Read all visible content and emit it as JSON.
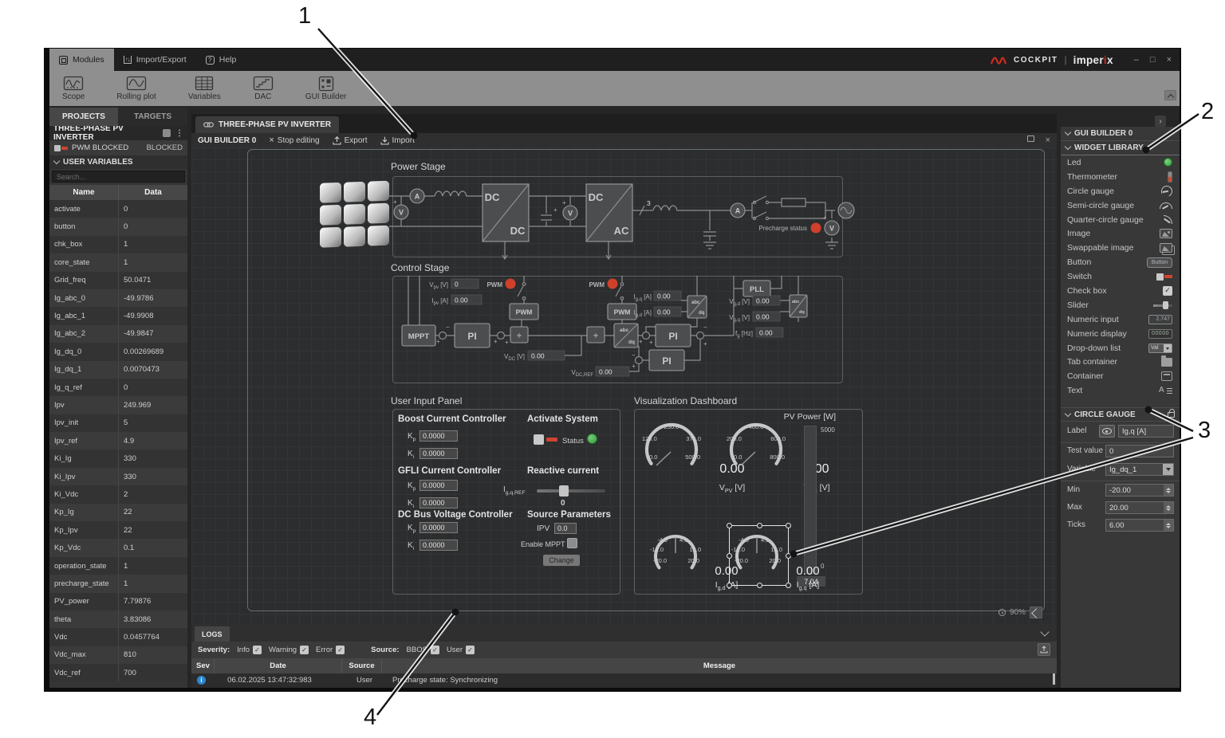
{
  "callouts": {
    "c1": "1",
    "c2": "2",
    "c3": "3",
    "c4": "4"
  },
  "titlebar": {
    "menu": [
      {
        "label": "Modules"
      },
      {
        "label": "Import/Export"
      },
      {
        "label": "Help"
      }
    ],
    "cockpit": "COCKPIT",
    "imperix_pre": "imper",
    "imperix_accent": "i",
    "imperix_post": "x",
    "minimize": "–",
    "maximize": "□",
    "close": "×"
  },
  "ribbon": {
    "modules": [
      {
        "label": "Scope"
      },
      {
        "label": "Rolling plot"
      },
      {
        "label": "Variables"
      },
      {
        "label": "DAC"
      },
      {
        "label": "GUI Builder"
      }
    ]
  },
  "left_panel": {
    "tabs": [
      {
        "label": "PROJECTS"
      },
      {
        "label": "TARGETS"
      }
    ],
    "project_title": "THREE-PHASE PV INVERTER",
    "pwm_label": "PWM BLOCKED",
    "pwm_state": "BLOCKED",
    "section": "USER VARIABLES",
    "search_placeholder": "Search...",
    "col_name": "Name",
    "col_data": "Data",
    "rows": [
      {
        "name": "activate",
        "value": "0"
      },
      {
        "name": "button",
        "value": "0"
      },
      {
        "name": "chk_box",
        "value": "1"
      },
      {
        "name": "core_state",
        "value": "1"
      },
      {
        "name": "Grid_freq",
        "value": "50.0471"
      },
      {
        "name": "Ig_abc_0",
        "value": "-49.9786"
      },
      {
        "name": "Ig_abc_1",
        "value": "-49.9908"
      },
      {
        "name": "Ig_abc_2",
        "value": "-49.9847"
      },
      {
        "name": "Ig_dq_0",
        "value": "0.00269689"
      },
      {
        "name": "Ig_dq_1",
        "value": "0.0070473"
      },
      {
        "name": "Ig_q_ref",
        "value": "0"
      },
      {
        "name": "Ipv",
        "value": "249.969"
      },
      {
        "name": "Ipv_init",
        "value": "5"
      },
      {
        "name": "Ipv_ref",
        "value": "4.9"
      },
      {
        "name": "Ki_Ig",
        "value": "330"
      },
      {
        "name": "Ki_Ipv",
        "value": "330"
      },
      {
        "name": "Ki_Vdc",
        "value": "2"
      },
      {
        "name": "Kp_Ig",
        "value": "22"
      },
      {
        "name": "Kp_Ipv",
        "value": "22"
      },
      {
        "name": "Kp_Vdc",
        "value": "0.1"
      },
      {
        "name": "operation_state",
        "value": "1"
      },
      {
        "name": "precharge_state",
        "value": "1"
      },
      {
        "name": "PV_power",
        "value": "7.79876"
      },
      {
        "name": "theta",
        "value": "3.83086"
      },
      {
        "name": "Vdc",
        "value": "0.0457764"
      },
      {
        "name": "Vdc_max",
        "value": "810"
      },
      {
        "name": "Vdc_ref",
        "value": "700"
      }
    ]
  },
  "main": {
    "tab": "THREE-PHASE PV INVERTER",
    "title": "GUI BUILDER 0",
    "stop": "Stop editing",
    "export": "Export",
    "import": "Import",
    "zoom": "90%"
  },
  "power_stage": {
    "title": "Power Stage",
    "v": "V",
    "a": "A",
    "plus": "+",
    "dc": "DC",
    "ac": "AC",
    "phase": "3",
    "precharge": "Precharge status"
  },
  "control_stage": {
    "title": "Control Stage",
    "blocks": {
      "mppt": "MPPT",
      "pi": "PI",
      "pwm": "PWM",
      "div": "÷",
      "abc": "abc",
      "dq": "dq",
      "pll": "PLL"
    },
    "pwm_label": "PWM",
    "d_vpv": {
      "m": "V",
      "s": "pv",
      "u": " [V]",
      "val": "0"
    },
    "d_ipv": {
      "m": "I",
      "s": "pv",
      "u": " [A]",
      "val": "0.00"
    },
    "d_igq": {
      "m": "I",
      "s": "g,q",
      "u": " [A]",
      "val": "0.00"
    },
    "d_igd": {
      "m": "I",
      "s": "g,d",
      "u": " [A]",
      "val": "0.00"
    },
    "d_vgd": {
      "m": "V",
      "s": "g,d",
      "u": " [V]",
      "val": "0.00"
    },
    "d_vgq": {
      "m": "V",
      "s": "g,q",
      "u": " [V]",
      "val": "0.00"
    },
    "d_fg": {
      "m": "f",
      "s": "g",
      "u": " [Hz]",
      "val": "0.00"
    },
    "d_vdc": {
      "m": "V",
      "s": "DC",
      "u": " [V]",
      "val": "0.00"
    },
    "d_vdcref": {
      "m": "V",
      "s": "DC,REF",
      "u": "",
      "val": "0.00"
    }
  },
  "user_input": {
    "title": "User Input Panel",
    "boost": "Boost Current Controller",
    "gfli": "GFLI Current Controller",
    "dcbus": "DC Bus Voltage Controller",
    "activate": "Activate System",
    "reactive": "Reactive current",
    "source": "Source Parameters",
    "kp_m": "K",
    "kp_s": "p",
    "ki_m": "K",
    "ki_s": "i",
    "boost_kp": "0.0000",
    "boost_ki": "0.0000",
    "gfli_kp": "0.0000",
    "gfli_ki": "0.0000",
    "dcbus_kp": "0.0000",
    "dcbus_ki": "0.0000",
    "status": "Status",
    "ref_m": "I",
    "ref_s": "g,q,REF",
    "slider_value": "0",
    "ipv_label": "IPV",
    "ipv_value": "0.0",
    "enable_mppt": "Enable MPPT",
    "change": "Change"
  },
  "dashboard": {
    "title": "Visualization Dashboard",
    "pv_label": "PV Power [W]",
    "pv_max": "5000",
    "pv_min": "0",
    "pv_value": "7.04",
    "gauges": [
      {
        "label_m": "V",
        "label_s": "PV",
        "label_u": " [V]",
        "value": "0.00",
        "ticks": [
          "0.0",
          "125.0",
          "250.0",
          "375.0",
          "500.0"
        ]
      },
      {
        "label_m": "V",
        "label_s": "DC",
        "label_u": " [V]",
        "value": "0.00",
        "ticks": [
          "0.0",
          "200.0",
          "400.0",
          "600.0",
          "800.0"
        ]
      },
      {
        "label_m": "I",
        "label_s": "g,d",
        "label_u": " [A]",
        "value": "0.00",
        "ticks": [
          "-20.0",
          "-12.0",
          "-4.0",
          "4.0",
          "12.0",
          "20.0"
        ]
      },
      {
        "label_m": "I",
        "label_s": "g,q",
        "label_u": " [A]",
        "value": "0.00",
        "ticks": [
          "-20.0",
          "-12.0",
          "-4.0",
          "4.0",
          "12.0",
          "20.0"
        ]
      }
    ]
  },
  "right_panel": {
    "header": "GUI BUILDER 0",
    "library": "WIDGET LIBRARY",
    "widgets": [
      {
        "label": "Led",
        "icon": "led"
      },
      {
        "label": "Thermometer",
        "icon": "thermo"
      },
      {
        "label": "Circle gauge",
        "icon": "cgauge"
      },
      {
        "label": "Semi-circle gauge",
        "icon": "sgauge"
      },
      {
        "label": "Quarter-circle gauge",
        "icon": "qgauge"
      },
      {
        "label": "Image",
        "icon": "image"
      },
      {
        "label": "Swappable image",
        "icon": "swimage"
      },
      {
        "label": "Button",
        "icon": "button",
        "icon_text": "Button"
      },
      {
        "label": "Switch",
        "icon": "switch"
      },
      {
        "label": "Check box",
        "icon": "checkbox"
      },
      {
        "label": "Slider",
        "icon": "slider"
      },
      {
        "label": "Numeric input",
        "icon": "ninput",
        "icon_text": "2.747"
      },
      {
        "label": "Numeric display",
        "icon": "ndisplay",
        "icon_text": "00000"
      },
      {
        "label": "Drop-down list",
        "icon": "dropdown",
        "icon_text": "Val"
      },
      {
        "label": "Tab container",
        "icon": "tabcont"
      },
      {
        "label": "Container",
        "icon": "container"
      },
      {
        "label": "Text",
        "icon": "text"
      }
    ],
    "gauge_section": "CIRCLE GAUGE",
    "p_label": "Label",
    "p_label_value": "Ig,q [A]",
    "p_test": "Test value",
    "p_test_value": "0",
    "p_variable": "Variable",
    "p_variable_value": "Ig_dq_1",
    "p_min": "Min",
    "p_min_value": "-20.00",
    "p_max": "Max",
    "p_max_value": "20.00",
    "p_ticks": "Ticks",
    "p_ticks_value": "6.00"
  },
  "logs": {
    "tab": "LOGS",
    "severity_label": "Severity:",
    "source_label": "Source:",
    "severity_filters": [
      {
        "label": "Info"
      },
      {
        "label": "Warning"
      },
      {
        "label": "Error"
      }
    ],
    "source_filters": [
      {
        "label": "BBOS"
      },
      {
        "label": "User"
      }
    ],
    "columns": {
      "sev": "Sev",
      "date": "Date",
      "source": "Source",
      "message": "Message"
    },
    "entry": {
      "date": "06.02.2025 13:47:32:983",
      "source": "User",
      "message": "Precharge state: Synchronizing"
    }
  }
}
